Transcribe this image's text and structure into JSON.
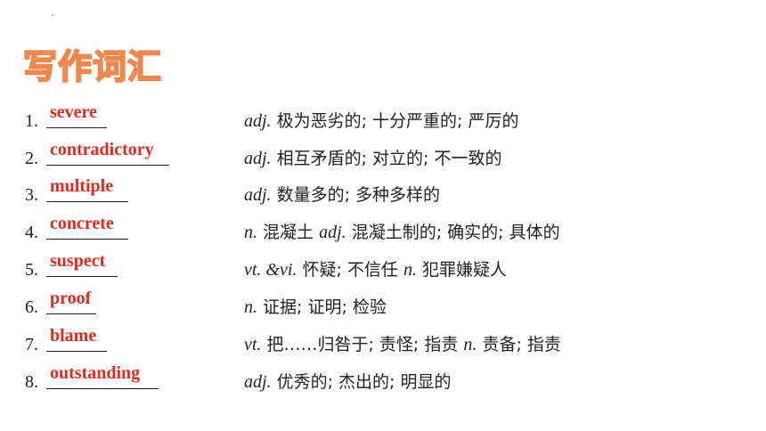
{
  "title": "写作词汇",
  "items": [
    {
      "number": "1.",
      "word": "severe",
      "definition": [
        {
          "t": "pos",
          "v": "adj."
        },
        {
          "t": "cn",
          "v": " 极为恶劣的; 十分严重的; 严厉的"
        }
      ]
    },
    {
      "number": "2.",
      "word": "contradictory",
      "definition": [
        {
          "t": "pos",
          "v": "adj."
        },
        {
          "t": "cn",
          "v": "  相互矛盾的; 对立的; 不一致的"
        }
      ]
    },
    {
      "number": "3.",
      "word": "multiple",
      "definition": [
        {
          "t": "pos",
          "v": "adj."
        },
        {
          "t": "cn",
          "v": "  数量多的; 多种多样的"
        }
      ]
    },
    {
      "number": "4.",
      "word": "concrete",
      "definition": [
        {
          "t": "pos",
          "v": "n."
        },
        {
          "t": "cn",
          "v": " 混凝土 "
        },
        {
          "t": "pos",
          "v": "adj."
        },
        {
          "t": "cn",
          "v": " 混凝土制的; 确实的; 具体的"
        }
      ]
    },
    {
      "number": "5.",
      "word": "suspect",
      "definition": [
        {
          "t": "pos",
          "v": "vt. &vi."
        },
        {
          "t": "cn",
          "v": " 怀疑; 不信任 "
        },
        {
          "t": "pos",
          "v": "n."
        },
        {
          "t": "cn",
          "v": "  犯罪嫌疑人"
        }
      ]
    },
    {
      "number": "6.",
      "word": "proof",
      "definition": [
        {
          "t": "pos",
          "v": "n."
        },
        {
          "t": "cn",
          "v": "  证据; 证明; 检验"
        }
      ]
    },
    {
      "number": "7.",
      "word": "blame",
      "definition": [
        {
          "t": "pos",
          "v": "vt."
        },
        {
          "t": "cn",
          "v": "  把……归咎于; 责怪; 指责 "
        },
        {
          "t": "pos",
          "v": "n."
        },
        {
          "t": "cn",
          "v": " 责备; 指责"
        }
      ]
    },
    {
      "number": "8.",
      "word": "outstanding",
      "definition": [
        {
          "t": "pos",
          "v": "adj."
        },
        {
          "t": "cn",
          "v": "  优秀的; 杰出的; 明显的"
        }
      ]
    }
  ]
}
